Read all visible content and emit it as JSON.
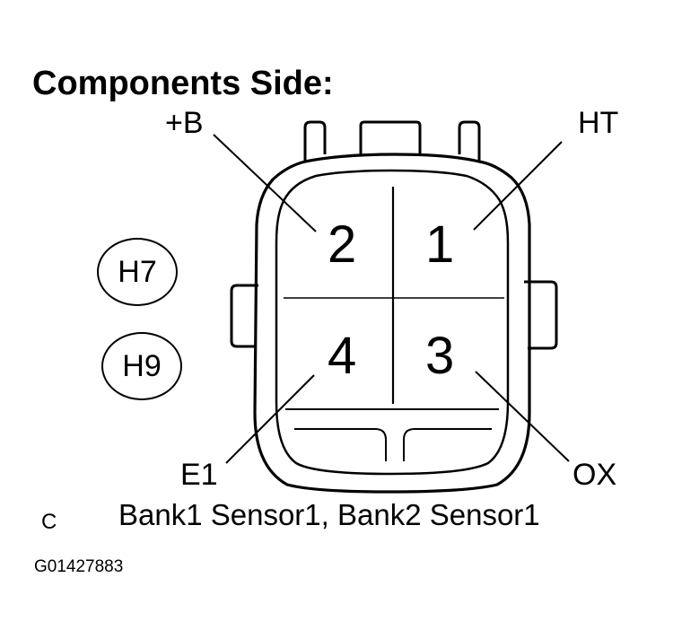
{
  "title": "Components Side:",
  "terminals": {
    "b": "+B",
    "ht": "HT",
    "e1": "E1",
    "ox": "OX"
  },
  "pins": [
    "2",
    "1",
    "4",
    "3"
  ],
  "connectors": [
    "H7",
    "H9"
  ],
  "caption": "Bank1 Sensor1, Bank2 Sensor1",
  "corner_letter": "C",
  "figure_code": "G01427883"
}
